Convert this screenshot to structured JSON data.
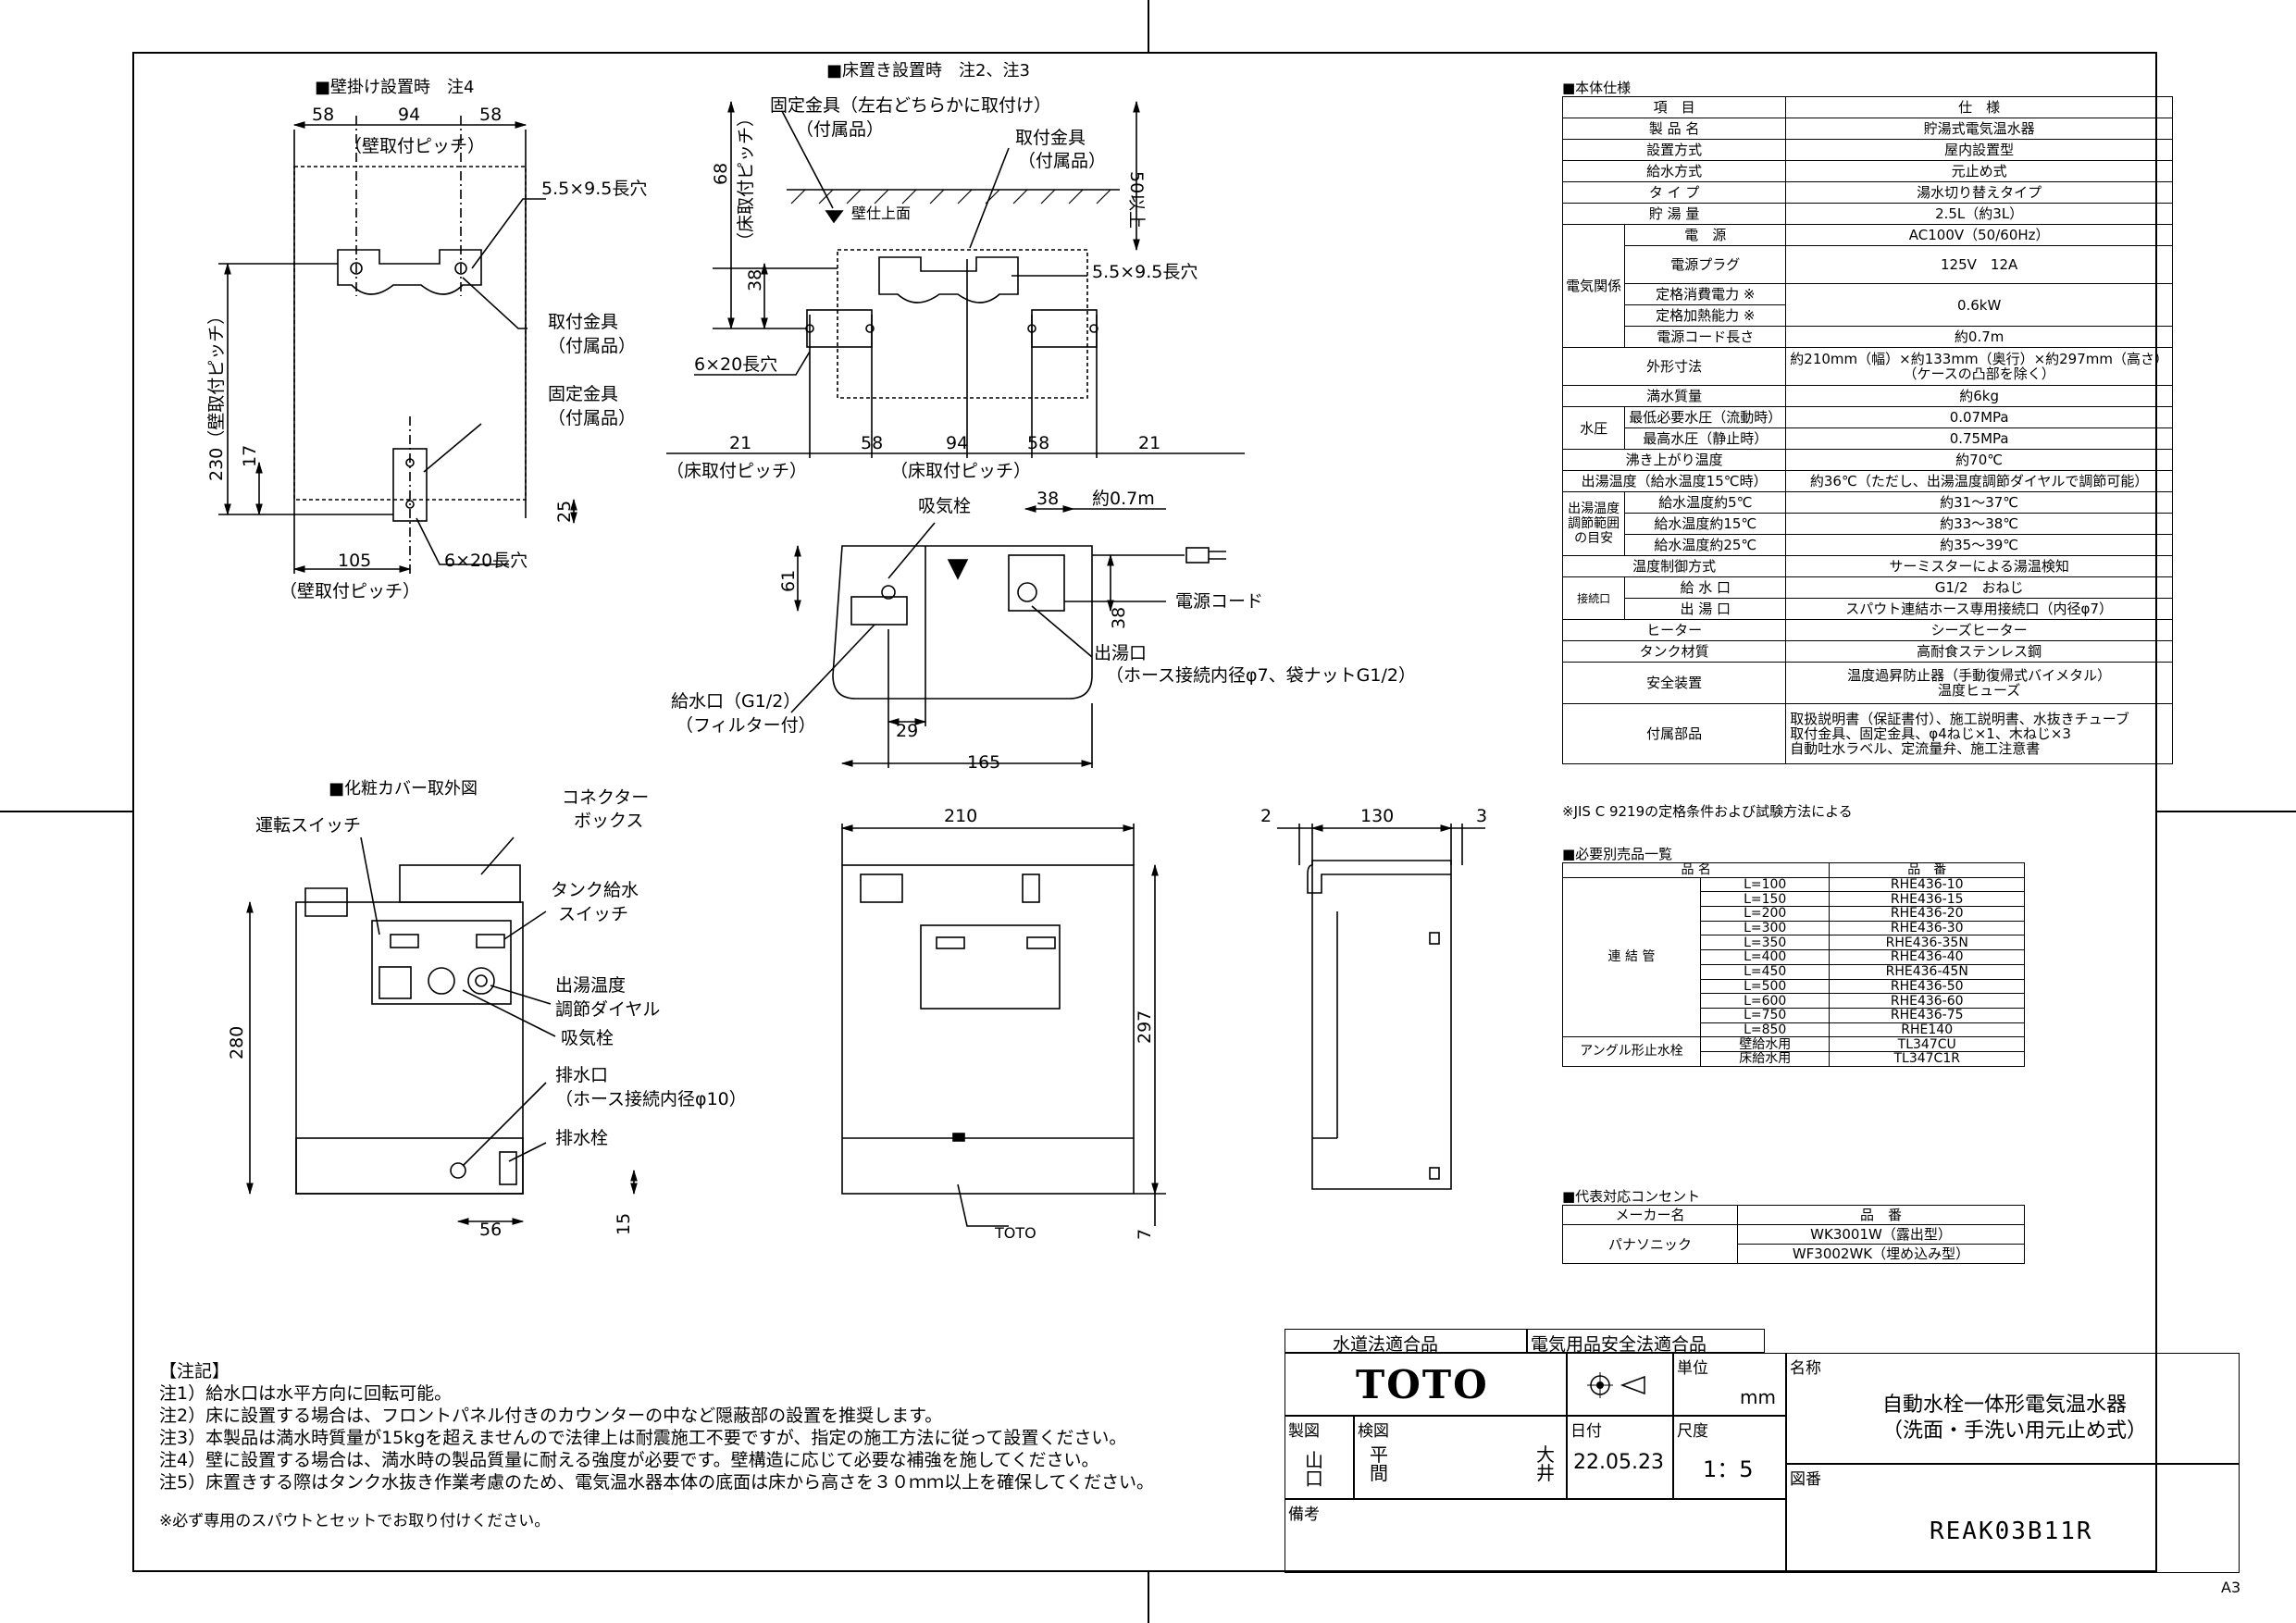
{
  "views": {
    "wall": {
      "title": "■壁掛け設置時　注4",
      "dims": {
        "d58a": "58",
        "d94": "94",
        "d58b": "58",
        "d230": "230（壁取付ピッチ）",
        "d17": "17",
        "d25": "25",
        "d105": "105"
      },
      "pitch_top": "（壁取付ピッチ）",
      "pitch_bottom": "（壁取付ピッチ）",
      "slot": "5.5×9.5長穴",
      "bracket_label": "取付金具",
      "bracket_sub": "（付属品）",
      "fix_label": "固定金具",
      "fix_sub": "（付属品）",
      "hole": "6×20長穴"
    },
    "floor": {
      "title": "■床置き設置時　注2、注3",
      "fix_label": "固定金具（左右どちらかに取付け）",
      "fix_sub": "（付属品）",
      "bracket_label": "取付金具",
      "bracket_sub": "（付属品）",
      "wall_face": "壁仕上面",
      "d68": "68",
      "d68_sub": "（床取付ピッチ）",
      "d50": "50以上",
      "d38": "38",
      "slot": "5.5×9.5長穴",
      "hole": "6×20長穴",
      "bottom_dims": {
        "a": "21",
        "b": "58",
        "c": "94",
        "d": "58",
        "e": "21"
      },
      "pitch_left": "（床取付ピッチ）",
      "pitch_mid": "（床取付ピッチ）"
    },
    "top": {
      "vent": "吸気栓",
      "d38": "38",
      "cord_len": "約0.7m",
      "d61": "61",
      "d38v": "38",
      "cord": "電源コード",
      "outlet": "出湯口",
      "outlet_sub": "（ホース接続内径φ7、袋ナットG1/2）",
      "inlet": "給水口（G1/2）",
      "inlet_sub": "（フィルター付）",
      "d29": "29",
      "d165": "165"
    },
    "cover": {
      "title": "■化粧カバー取外図",
      "run_switch": "運転スイッチ",
      "connector1": "コネクター",
      "connector2": "ボックス",
      "tank1": "タンク給水",
      "tank2": "スイッチ",
      "temp1": "出湯温度",
      "temp2": "調節ダイヤル",
      "vent": "吸気栓",
      "drain1": "排水口",
      "drain2": "（ホース接続内径φ10）",
      "drain_plug": "排水栓",
      "d280": "280",
      "d56": "56",
      "d15": "15"
    },
    "front": {
      "d210": "210",
      "d297": "297",
      "d7": "7",
      "logo": "TOTO"
    },
    "side": {
      "d2": "2",
      "d130": "130",
      "d3": "3"
    }
  },
  "spec": {
    "title": "■本体仕様",
    "header": [
      "項　目",
      "仕　様"
    ],
    "rows": [
      [
        "製 品 名",
        "貯湯式電気温水器"
      ],
      [
        "設置方式",
        "屋内設置型"
      ],
      [
        "給水方式",
        "元止め式"
      ],
      [
        "タ イ プ",
        "湯水切り替えタイプ"
      ],
      [
        "貯 湯 量",
        "2.5L（約3L）"
      ]
    ],
    "elec_group": "電気関係",
    "elec_rows": {
      "power": [
        "電　源",
        "AC100V（50/60Hz）"
      ],
      "plug": [
        "電源プラグ",
        "125V　12A"
      ],
      "rated_power": "定格消費電力 ※",
      "rated_heat": "定格加熱能力 ※",
      "rated_value": "0.6kW",
      "cord": [
        "電源コード長さ",
        "約0.7m"
      ]
    },
    "dims": [
      "外形寸法",
      "約210mm（幅）×約133mm（奥行）×約297mm（高さ）",
      "（ケースの凸部を除く）"
    ],
    "mass": [
      "満水質量",
      "約6kg"
    ],
    "pressure_group": "水圧",
    "pressure_rows": [
      [
        "最低必要水圧（流動時）",
        "0.07MPa"
      ],
      [
        "最高水圧（静止時）",
        "0.75MPa"
      ]
    ],
    "boil": [
      "沸き上がり温度",
      "約70℃"
    ],
    "outlet_temp": [
      "出湯温度（給水温度15℃時）",
      "約36℃（ただし、出湯温度調節ダイヤルで調節可能）"
    ],
    "range_group": "出湯温度調節範囲の目安",
    "range_rows": [
      [
        "給水温度約5℃",
        "約31～37℃"
      ],
      [
        "給水温度約15℃",
        "約33～38℃"
      ],
      [
        "給水温度約25℃",
        "約35～39℃"
      ]
    ],
    "control": [
      "温度制御方式",
      "サーミスターによる湯温検知"
    ],
    "conn_group": "接続口",
    "conn_rows": [
      [
        "給 水 口",
        "G1/2　おねじ"
      ],
      [
        "出 湯 口",
        "スパウト連結ホース専用接続口（内径φ7）"
      ]
    ],
    "heater": [
      "ヒーター",
      "シーズヒーター"
    ],
    "tank": [
      "タンク材質",
      "高耐食ステンレス鋼"
    ],
    "safety": [
      "安全装置",
      "温度過昇防止器（手動復帰式バイメタル）",
      "温度ヒューズ"
    ],
    "accessories": [
      "付属部品",
      "取扱説明書（保証書付）、施工説明書、水抜きチューブ",
      "取付金具、固定金具、φ4ねじ×1、木ねじ×3",
      "自動吐水ラベル、定流量弁、施工注意書"
    ],
    "footnote": "※JIS C 9219の定格条件および試験方法による"
  },
  "parts": {
    "title": "■必要別売品一覧",
    "header": [
      "品 名",
      "品　番"
    ],
    "pipe_label": "連 結 管",
    "pipes": [
      [
        "L=100",
        "RHE436-10"
      ],
      [
        "L=150",
        "RHE436-15"
      ],
      [
        "L=200",
        "RHE436-20"
      ],
      [
        "L=300",
        "RHE436-30"
      ],
      [
        "L=350",
        "RHE436-35N"
      ],
      [
        "L=400",
        "RHE436-40"
      ],
      [
        "L=450",
        "RHE436-45N"
      ],
      [
        "L=500",
        "RHE436-50"
      ],
      [
        "L=600",
        "RHE436-60"
      ],
      [
        "L=750",
        "RHE436-75"
      ],
      [
        "L=850",
        "RHE140"
      ]
    ],
    "valve_label": "アングル形止水栓",
    "valves": [
      [
        "壁給水用",
        "TL347CU"
      ],
      [
        "床給水用",
        "TL347C1R"
      ]
    ]
  },
  "outlet": {
    "title": "■代表対応コンセント",
    "header": [
      "メーカー名",
      "品　番"
    ],
    "maker": "パナソニック",
    "items": [
      "WK3001W（露出型）",
      "WF3002WK（埋め込み型）"
    ]
  },
  "notes": {
    "title": "【注記】",
    "lines": [
      "注1）給水口は水平方向に回転可能。",
      "注2）床に設置する場合は、フロントパネル付きのカウンターの中など隠蔽部の設置を推奨します。",
      "注3）本製品は満水時質量が15kgを超えませんので法律上は耐震施工不要ですが、指定の施工方法に従って設置ください。",
      "注4）壁に設置する場合は、満水時の製品質量に耐える強度が必要です。壁構造に応じて必要な補強を施してください。",
      "注5）床置きする際はタンク水抜き作業考慮のため、電気温水器本体の底面は床から高さを３０ｍｍ以上を確保してください。"
    ],
    "spout": "※必ず専用のスパウトとセットでお取り付けください。"
  },
  "titleblock": {
    "water_cert": "水道法適合品",
    "elec_cert": "電気用品安全法適合品",
    "logo": "TOTO",
    "unit_label": "単位",
    "unit": "mm",
    "name_label": "名称",
    "name1": "自動水栓一体形電気温水器",
    "name2": "（洗面・手洗い用元止め式）",
    "drawn_label": "製図",
    "drawn": "山口",
    "check_label": "検図",
    "check": "平間",
    "approve": "大井",
    "date_label": "日付",
    "date": "22.05.23",
    "scale_label": "尺度",
    "scale": "1：5",
    "dwg_label": "図番",
    "dwg": "REAK03B11R",
    "remarks_label": "備考",
    "size": "A3"
  }
}
